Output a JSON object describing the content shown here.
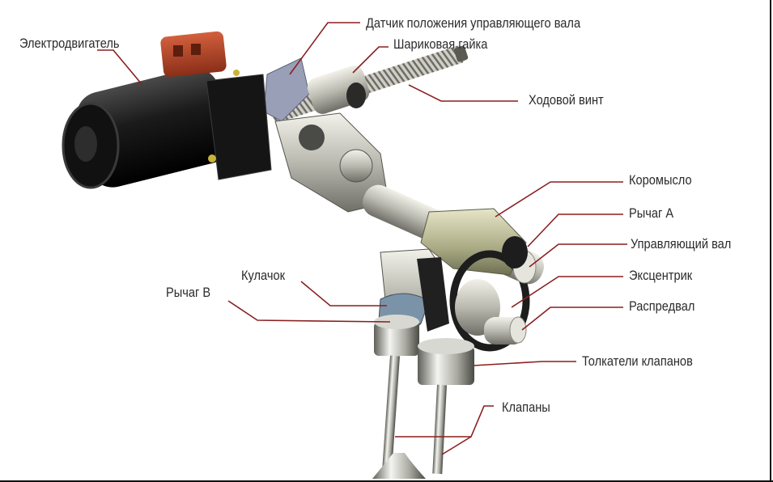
{
  "labels": {
    "motor": "Электродвигатель",
    "sensor": "Датчик положения управляющего вала",
    "ball_nut": "Шариковая гайка",
    "lead_screw": "Ходовой винт",
    "rocker": "Коромысло",
    "lever_a": "Рычаг А",
    "control_shaft": "Управляющий вал",
    "eccentric": "Эксцентрик",
    "camshaft": "Распредвал",
    "cam": "Кулачок",
    "lever_b": "Рычаг В",
    "tappets": "Толкатели клапанов",
    "valves": "Клапаны"
  },
  "colors": {
    "leader_line": "#8a1f1f",
    "motor_body": "#1a1a1a",
    "connector": "#b8492a",
    "metal_light": "#d8d8d0",
    "metal_dark": "#6b6b66"
  }
}
